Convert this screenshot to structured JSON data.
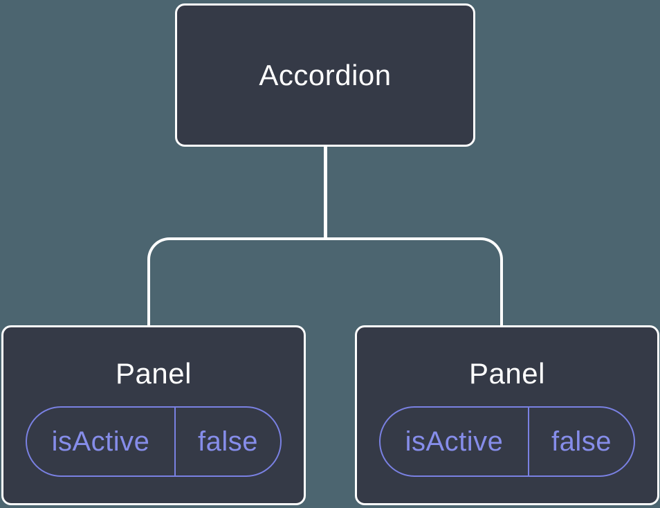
{
  "tree": {
    "root": {
      "label": "Accordion"
    },
    "children": [
      {
        "label": "Panel",
        "state": {
          "key": "isActive",
          "value": "false"
        }
      },
      {
        "label": "Panel",
        "state": {
          "key": "isActive",
          "value": "false"
        }
      }
    ]
  },
  "colors": {
    "background": "#4c6570",
    "node_fill": "#353a47",
    "node_border": "#ffffff",
    "node_text": "#ffffff",
    "connector": "#ffffff",
    "state_border": "#7a81e3",
    "state_text": "#868dea"
  }
}
